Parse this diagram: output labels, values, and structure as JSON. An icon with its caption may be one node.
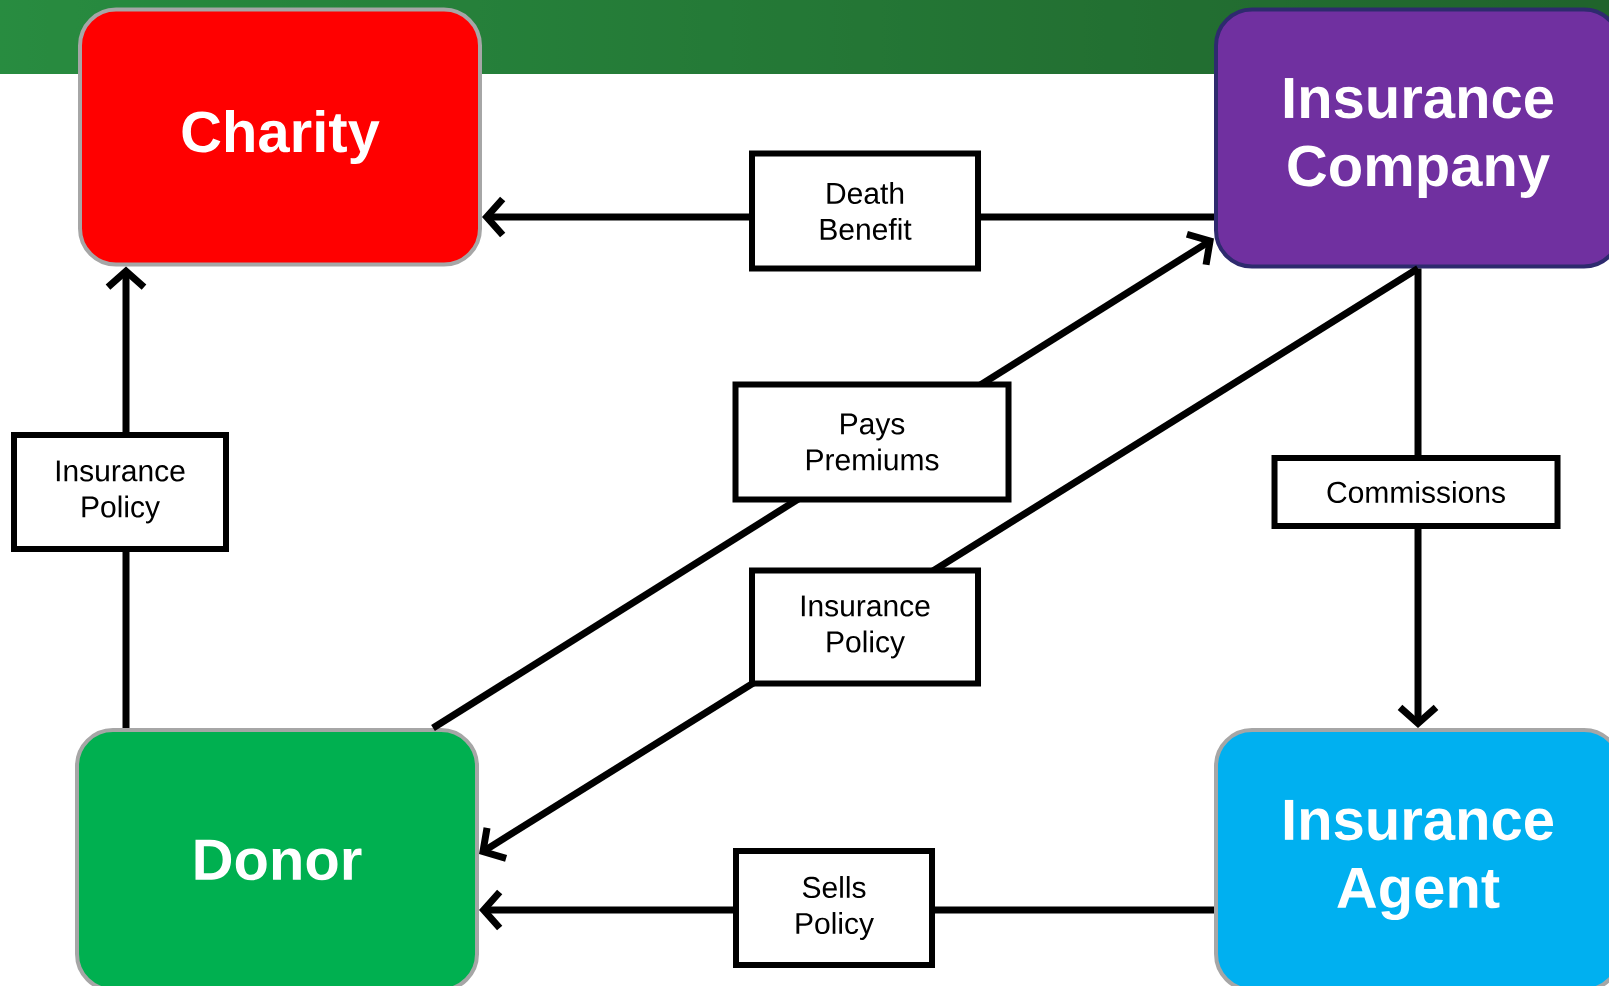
{
  "diagram": {
    "nodes": [
      {
        "text": [
          "Charity"
        ]
      },
      {
        "text": [
          "Insurance Company"
        ]
      },
      {
        "text": [
          "Donor"
        ]
      },
      {
        "text": [
          "Insurance Agent"
        ]
      }
    ],
    "edges": [
      {
        "from": 1,
        "to": 0,
        "arrow": "to",
        "label": "Death Benefit"
      },
      {
        "from": 2,
        "to": 1,
        "arrow": "to",
        "label": "Pays Premiums"
      },
      {
        "from": 1,
        "to": 2,
        "arrow": "to",
        "label": "Insurance Policy"
      },
      {
        "from": 2,
        "to": 0,
        "arrow": "to",
        "label": "Insurance Policy"
      },
      {
        "from": 1,
        "to": 3,
        "arrow": "to",
        "label": "Commissions"
      },
      {
        "from": 3,
        "to": 2,
        "arrow": "to",
        "label": "Sells Policy"
      }
    ]
  }
}
